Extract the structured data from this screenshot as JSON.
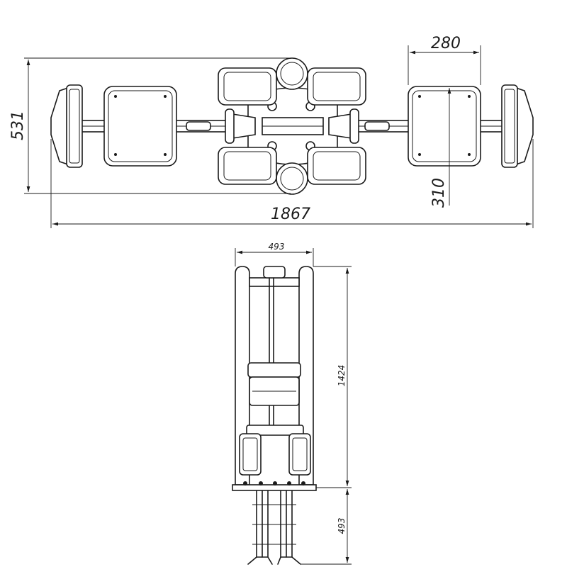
{
  "dimensions": {
    "top_width": "280",
    "top_height_left": "531",
    "top_height_right": "310",
    "top_total_length": "1867",
    "side_width": "493",
    "side_upper_height": "1424",
    "side_lower_height": "493"
  }
}
